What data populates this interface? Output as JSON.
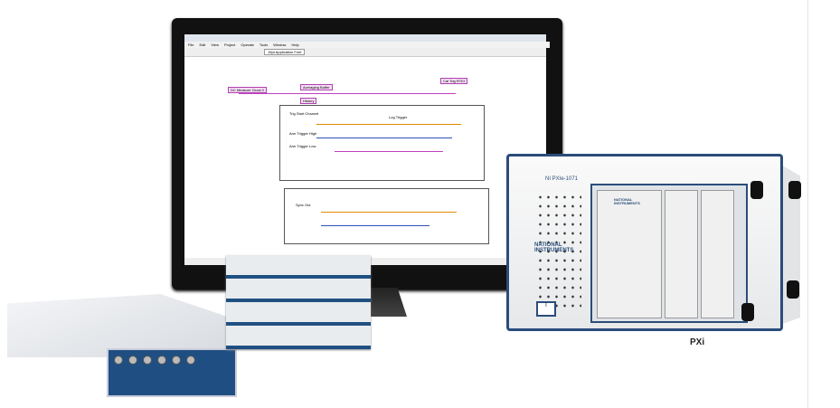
{
  "monitor": {
    "menu": [
      "File",
      "Edit",
      "View",
      "Project",
      "Operate",
      "Tools",
      "Window",
      "Help"
    ],
    "toolbar": {
      "font_select": "15pt Application Font"
    },
    "diagram_labels": [
      "Averaging Buffer",
      "History",
      "DC Measure Clock 0",
      "Cal Trig RTIO",
      "Trig Start Channel",
      "Log Trigger",
      "Arm Trigger High",
      "Arm Trigger Low",
      "Sync Out"
    ]
  },
  "chassis": {
    "model": "NI PXIe-1071",
    "brand": "NATIONAL INSTRUMENTS",
    "platform": "PXi",
    "module_brand": "NATIONAL INSTRUMENTS"
  },
  "colors": {
    "ni_blue": "#1f4f82",
    "wire_orange": "#e08a00",
    "wire_blue": "#3050c0",
    "wire_pink": "#c040c0"
  }
}
